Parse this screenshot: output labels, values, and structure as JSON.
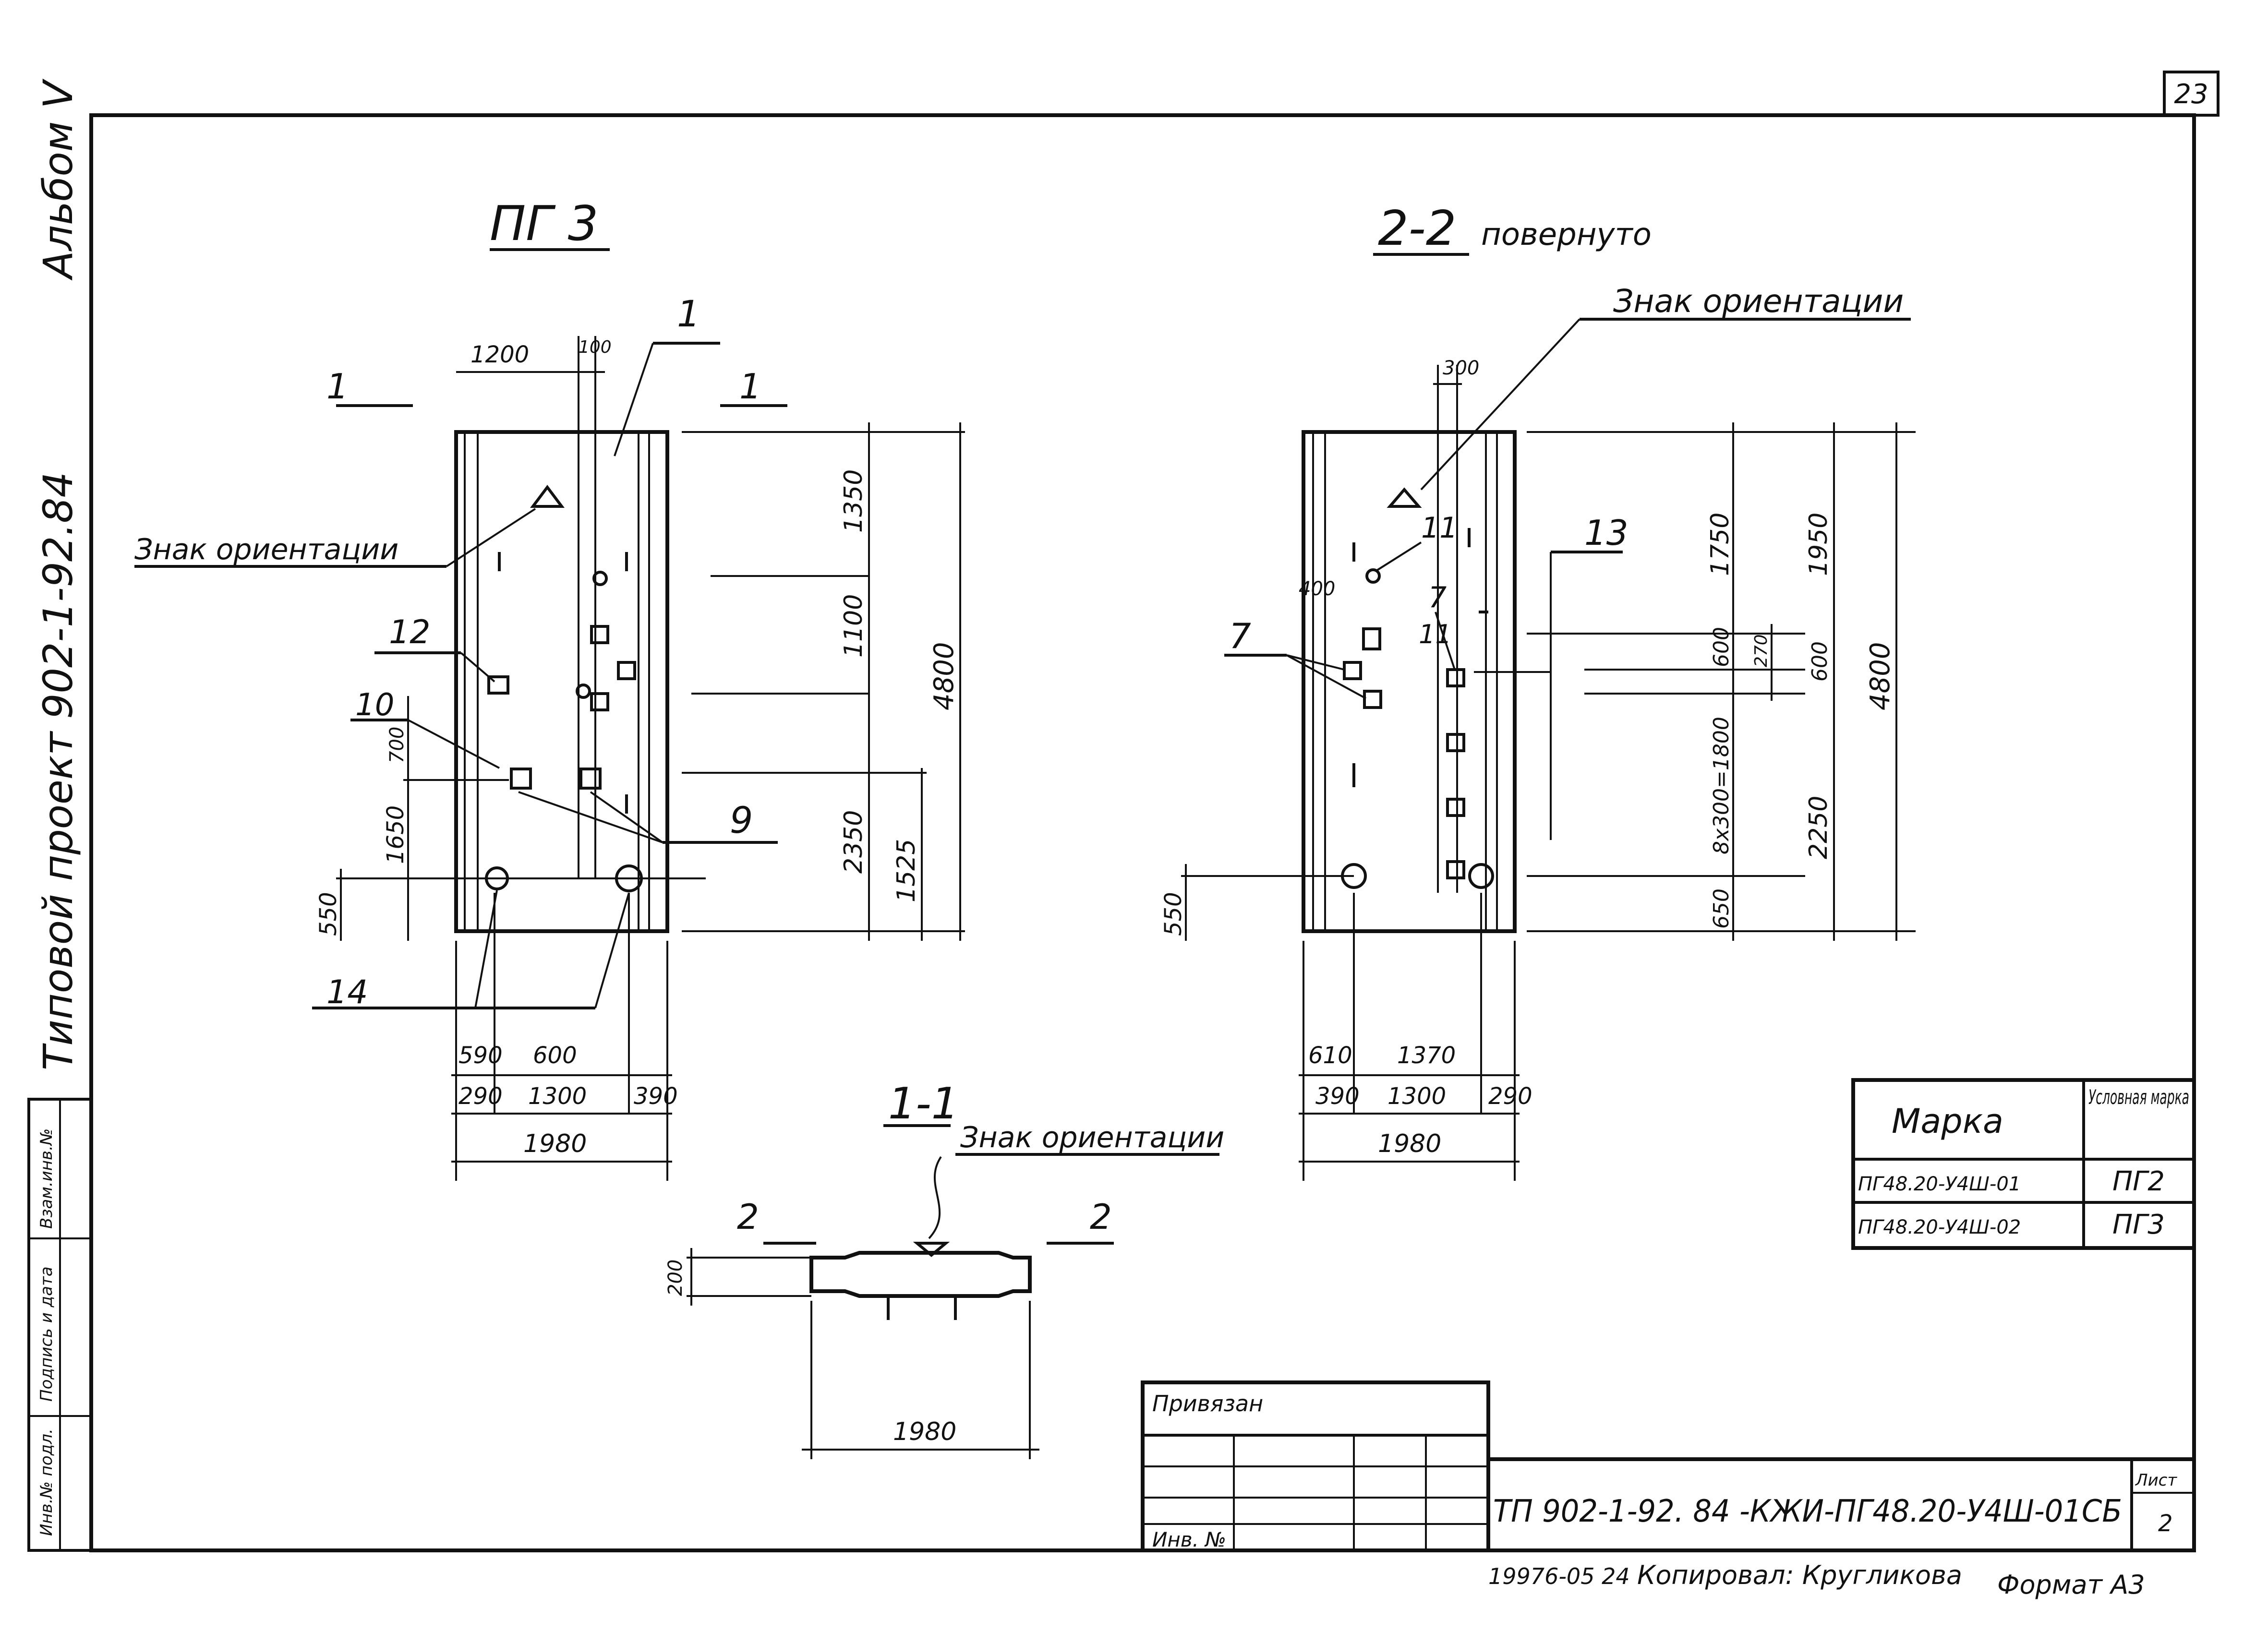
{
  "sheet": {
    "number": "23",
    "album": "Альбом V",
    "project": "Типовой проект 902-1-92.84",
    "code": "ТП 902-1-92. 84 -КЖИ-ПГ48.20-У4Ш-01СБ",
    "list_label": "Лист",
    "list_value": "2",
    "footer_left": "19976-05 24",
    "copied": "Копировал: Кругликова",
    "format": "Формат А3"
  },
  "side_stamp": {
    "inv": "Инв.№ подл.",
    "sign": "Подпись и дата",
    "vzam": "Взам.инв.№"
  },
  "titleblock": {
    "privyazan": "Привязан",
    "inv": "Инв. №"
  },
  "marks_table": {
    "headers": [
      "Марка",
      "Условная марка"
    ],
    "rows": [
      [
        "ПГ48.20-У4Ш-01",
        "ПГ2"
      ],
      [
        "ПГ48.20-У4Ш-02",
        "ПГ3"
      ]
    ]
  },
  "views": {
    "pg3": {
      "title": "ПГ 3",
      "cut_left": "1",
      "cut_right": "1",
      "orient": "Знак ориентации",
      "top_dims": [
        "1200",
        "100"
      ],
      "right_dims": [
        "1350",
        "1100",
        "2350",
        "1525",
        "4800"
      ],
      "left_dims": [
        "700",
        "1650",
        "550"
      ],
      "bottom_dims": [
        "590",
        "600",
        "290",
        "1300",
        "390",
        "1980"
      ],
      "callouts": [
        "1",
        "12",
        "10",
        "9",
        "14"
      ]
    },
    "section22": {
      "title": "2-2",
      "subtitle": "повернуто",
      "orient": "Знак ориентации",
      "top_dims": [
        "300"
      ],
      "left_dims": [
        "400",
        "550"
      ],
      "right_dims": [
        "1750",
        "600",
        "270",
        "8х300=1800",
        "650",
        "1950",
        "600",
        "2250",
        "4800"
      ],
      "bottom_dims": [
        "610",
        "1370",
        "390",
        "1300",
        "290",
        "1980"
      ],
      "callouts": [
        "13",
        "11",
        "7",
        "7",
        "11"
      ]
    },
    "section11": {
      "title": "1-1",
      "orient": "Знак ориентации",
      "cut_left": "2",
      "cut_right": "2",
      "dims": [
        "200",
        "1980"
      ]
    }
  }
}
